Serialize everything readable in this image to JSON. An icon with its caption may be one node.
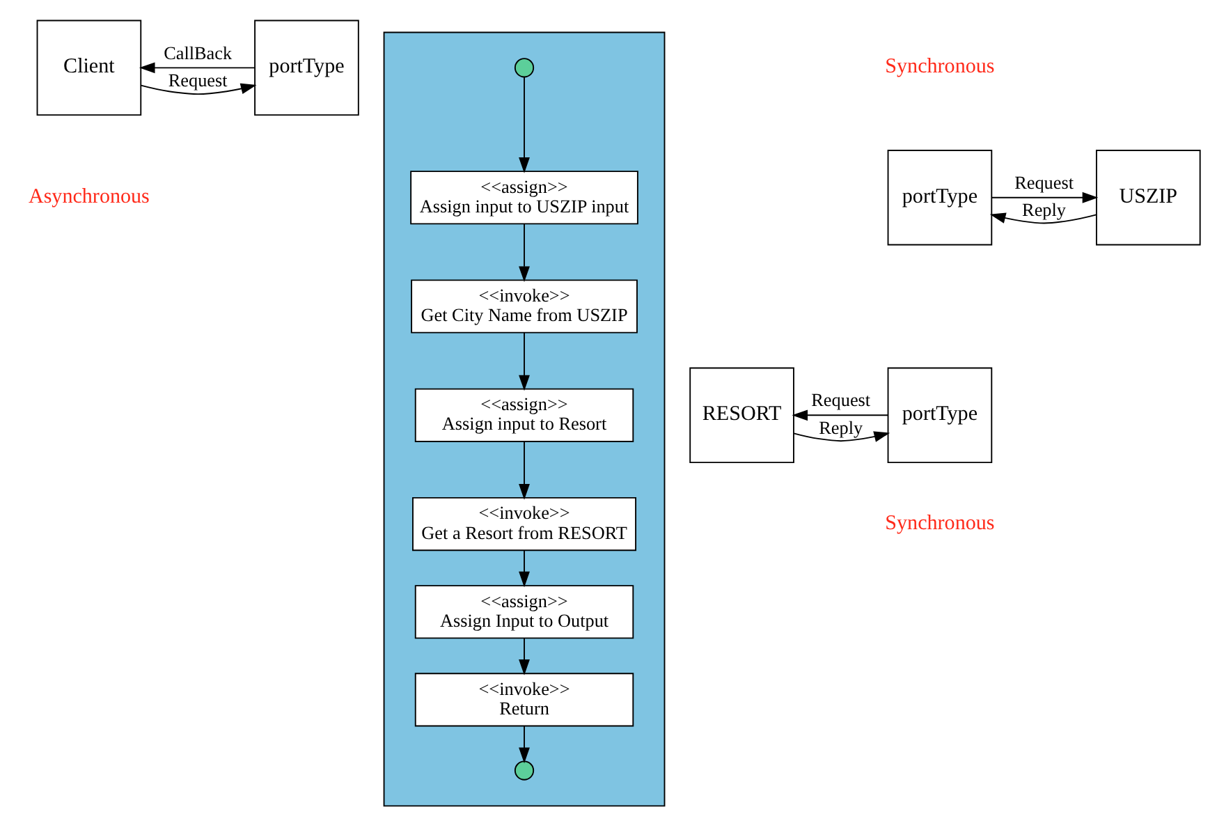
{
  "diagram": {
    "nodes": [
      {
        "text": [
          "Client"
        ]
      },
      {
        "text": [
          "portType"
        ]
      },
      {
        "text": [],
        "shape": "box"
      },
      {
        "text": [],
        "shape": "circle",
        "in": 2
      },
      {
        "text": [
          "<<assign>>",
          "Assign input to USZIP input"
        ],
        "in": 2
      },
      {
        "text": [
          "<<invoke>>",
          "Get City Name from USZIP"
        ],
        "in": 2
      },
      {
        "text": [
          "<<assign>>",
          "Assign input to Resort"
        ],
        "in": 2
      },
      {
        "text": [
          "<<invoke>>",
          "Get a Resort from RESORT"
        ],
        "in": 2
      },
      {
        "text": [
          "<<assign>>",
          "Assign Input to Output"
        ],
        "in": 2
      },
      {
        "text": [
          "<<invoke>>",
          "Return"
        ],
        "in": 2
      },
      {
        "text": [],
        "shape": "circle",
        "in": 2
      },
      {
        "text": [
          "portType"
        ]
      },
      {
        "text": [
          "USZIP"
        ]
      },
      {
        "text": [
          "portType"
        ]
      },
      {
        "text": [
          "RESORT"
        ]
      }
    ],
    "edges": [
      {
        "from": 0,
        "to": 1,
        "arrow": "to",
        "label": "Request"
      },
      {
        "from": 1,
        "to": 0,
        "arrow": "to",
        "label": "CallBack"
      },
      {
        "from": 3,
        "to": 4,
        "arrow": "to"
      },
      {
        "from": 4,
        "to": 5,
        "arrow": "to"
      },
      {
        "from": 5,
        "to": 6,
        "arrow": "to"
      },
      {
        "from": 6,
        "to": 7,
        "arrow": "to"
      },
      {
        "from": 7,
        "to": 8,
        "arrow": "to"
      },
      {
        "from": 8,
        "to": 9,
        "arrow": "to"
      },
      {
        "from": 9,
        "to": 10,
        "arrow": "to"
      },
      {
        "from": 11,
        "to": 12,
        "arrow": "to",
        "label": "Request"
      },
      {
        "from": 12,
        "to": 11,
        "arrow": "to",
        "label": "Reply"
      },
      {
        "from": 13,
        "to": 14,
        "arrow": "to",
        "label": "Request"
      },
      {
        "from": 14,
        "to": 13,
        "arrow": "to",
        "label": "Reply"
      }
    ],
    "labels": [
      "Asynchronous",
      "Synchronous",
      "Synchronous"
    ]
  }
}
